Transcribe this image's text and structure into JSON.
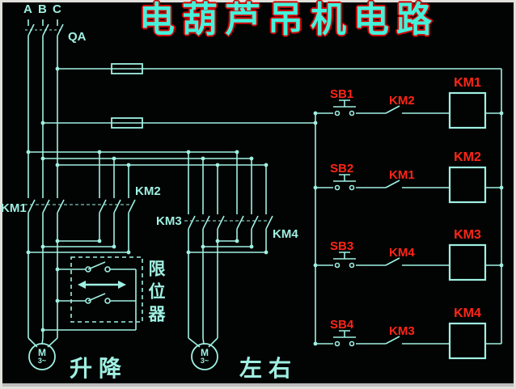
{
  "title": "电葫芦吊机电路",
  "colors": {
    "background": "#020403",
    "wire": "#9ff0e2",
    "label_red": "#ff2518",
    "title_cyan": "#45f1da",
    "title_outline": "#d40000"
  },
  "power": {
    "phases": [
      "A",
      "B",
      "C"
    ],
    "breaker": "QA",
    "groups": [
      "KM1",
      "KM2",
      "KM3",
      "KM4"
    ],
    "limit_device": "限位器",
    "motors": [
      {
        "symbol": "M",
        "phase": "3~",
        "caption": "升降"
      },
      {
        "symbol": "M",
        "phase": "3~",
        "caption": "左右"
      }
    ]
  },
  "control": {
    "rungs": [
      {
        "button": "SB1",
        "interlock": "KM2",
        "coil": "KM1"
      },
      {
        "button": "SB2",
        "interlock": "KM1",
        "coil": "KM2"
      },
      {
        "button": "SB3",
        "interlock": "KM4",
        "coil": "KM3"
      },
      {
        "button": "SB4",
        "interlock": "KM3",
        "coil": "KM4"
      }
    ]
  }
}
